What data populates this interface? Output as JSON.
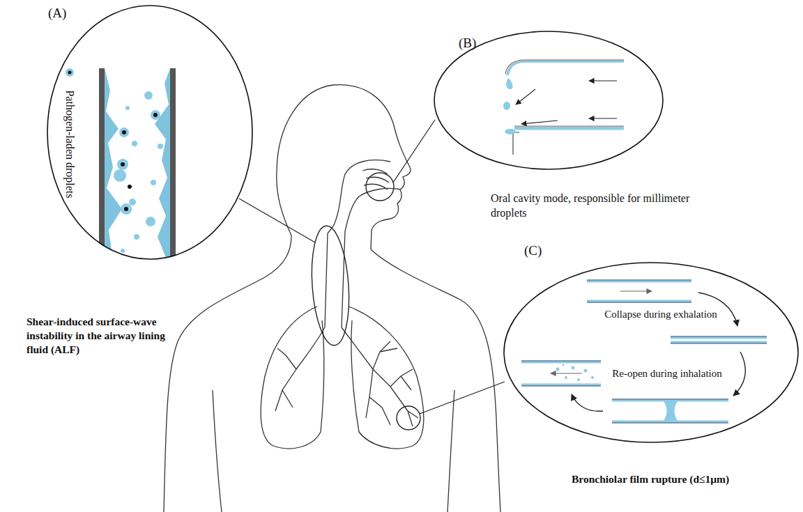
{
  "diagram": {
    "nodes": [
      {
        "text": [
          "(A)",
          "Pathogen-laden droplets"
        ]
      },
      {
        "text": [
          "(B)"
        ]
      },
      {
        "text": [
          "(C)",
          "Collapse during exhalation",
          "Re-open during inhalation"
        ]
      }
    ],
    "labels": [
      "Shear-induced surface-wave instability in the airway lining fluid (ALF)",
      "Oral cavity mode, responsible for millimeter droplets",
      "Bronchiolar film rupture (d≤1μm)"
    ]
  }
}
